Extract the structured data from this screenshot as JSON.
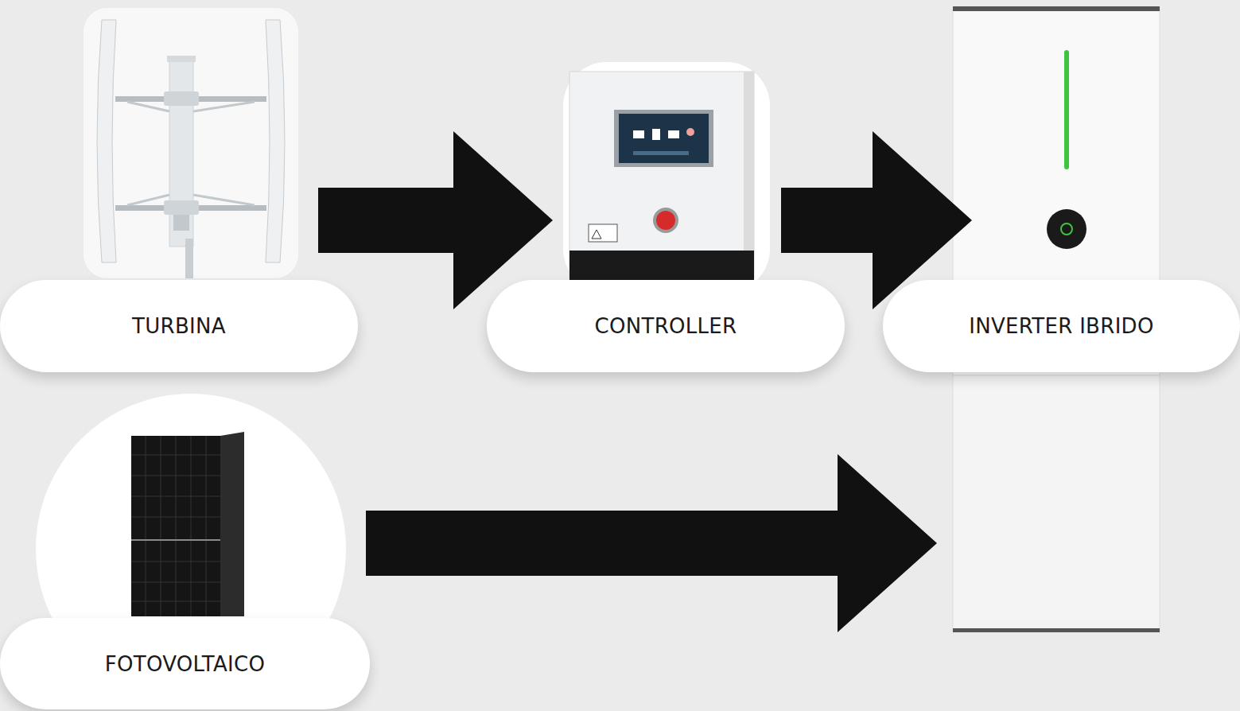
{
  "diagram": {
    "nodes": [
      {
        "text": [
          "TURBINA"
        ]
      },
      {
        "text": [
          "CONTROLLER"
        ]
      },
      {
        "text": [
          "INVERTER IBRIDO"
        ]
      },
      {
        "text": [
          "FOTOVOLTAICO"
        ]
      }
    ],
    "edges": [
      {
        "from": 0,
        "to": 1,
        "arrow": "to"
      },
      {
        "from": 1,
        "to": 2,
        "arrow": "to"
      },
      {
        "from": 3,
        "to": 2,
        "arrow": "to"
      }
    ]
  }
}
